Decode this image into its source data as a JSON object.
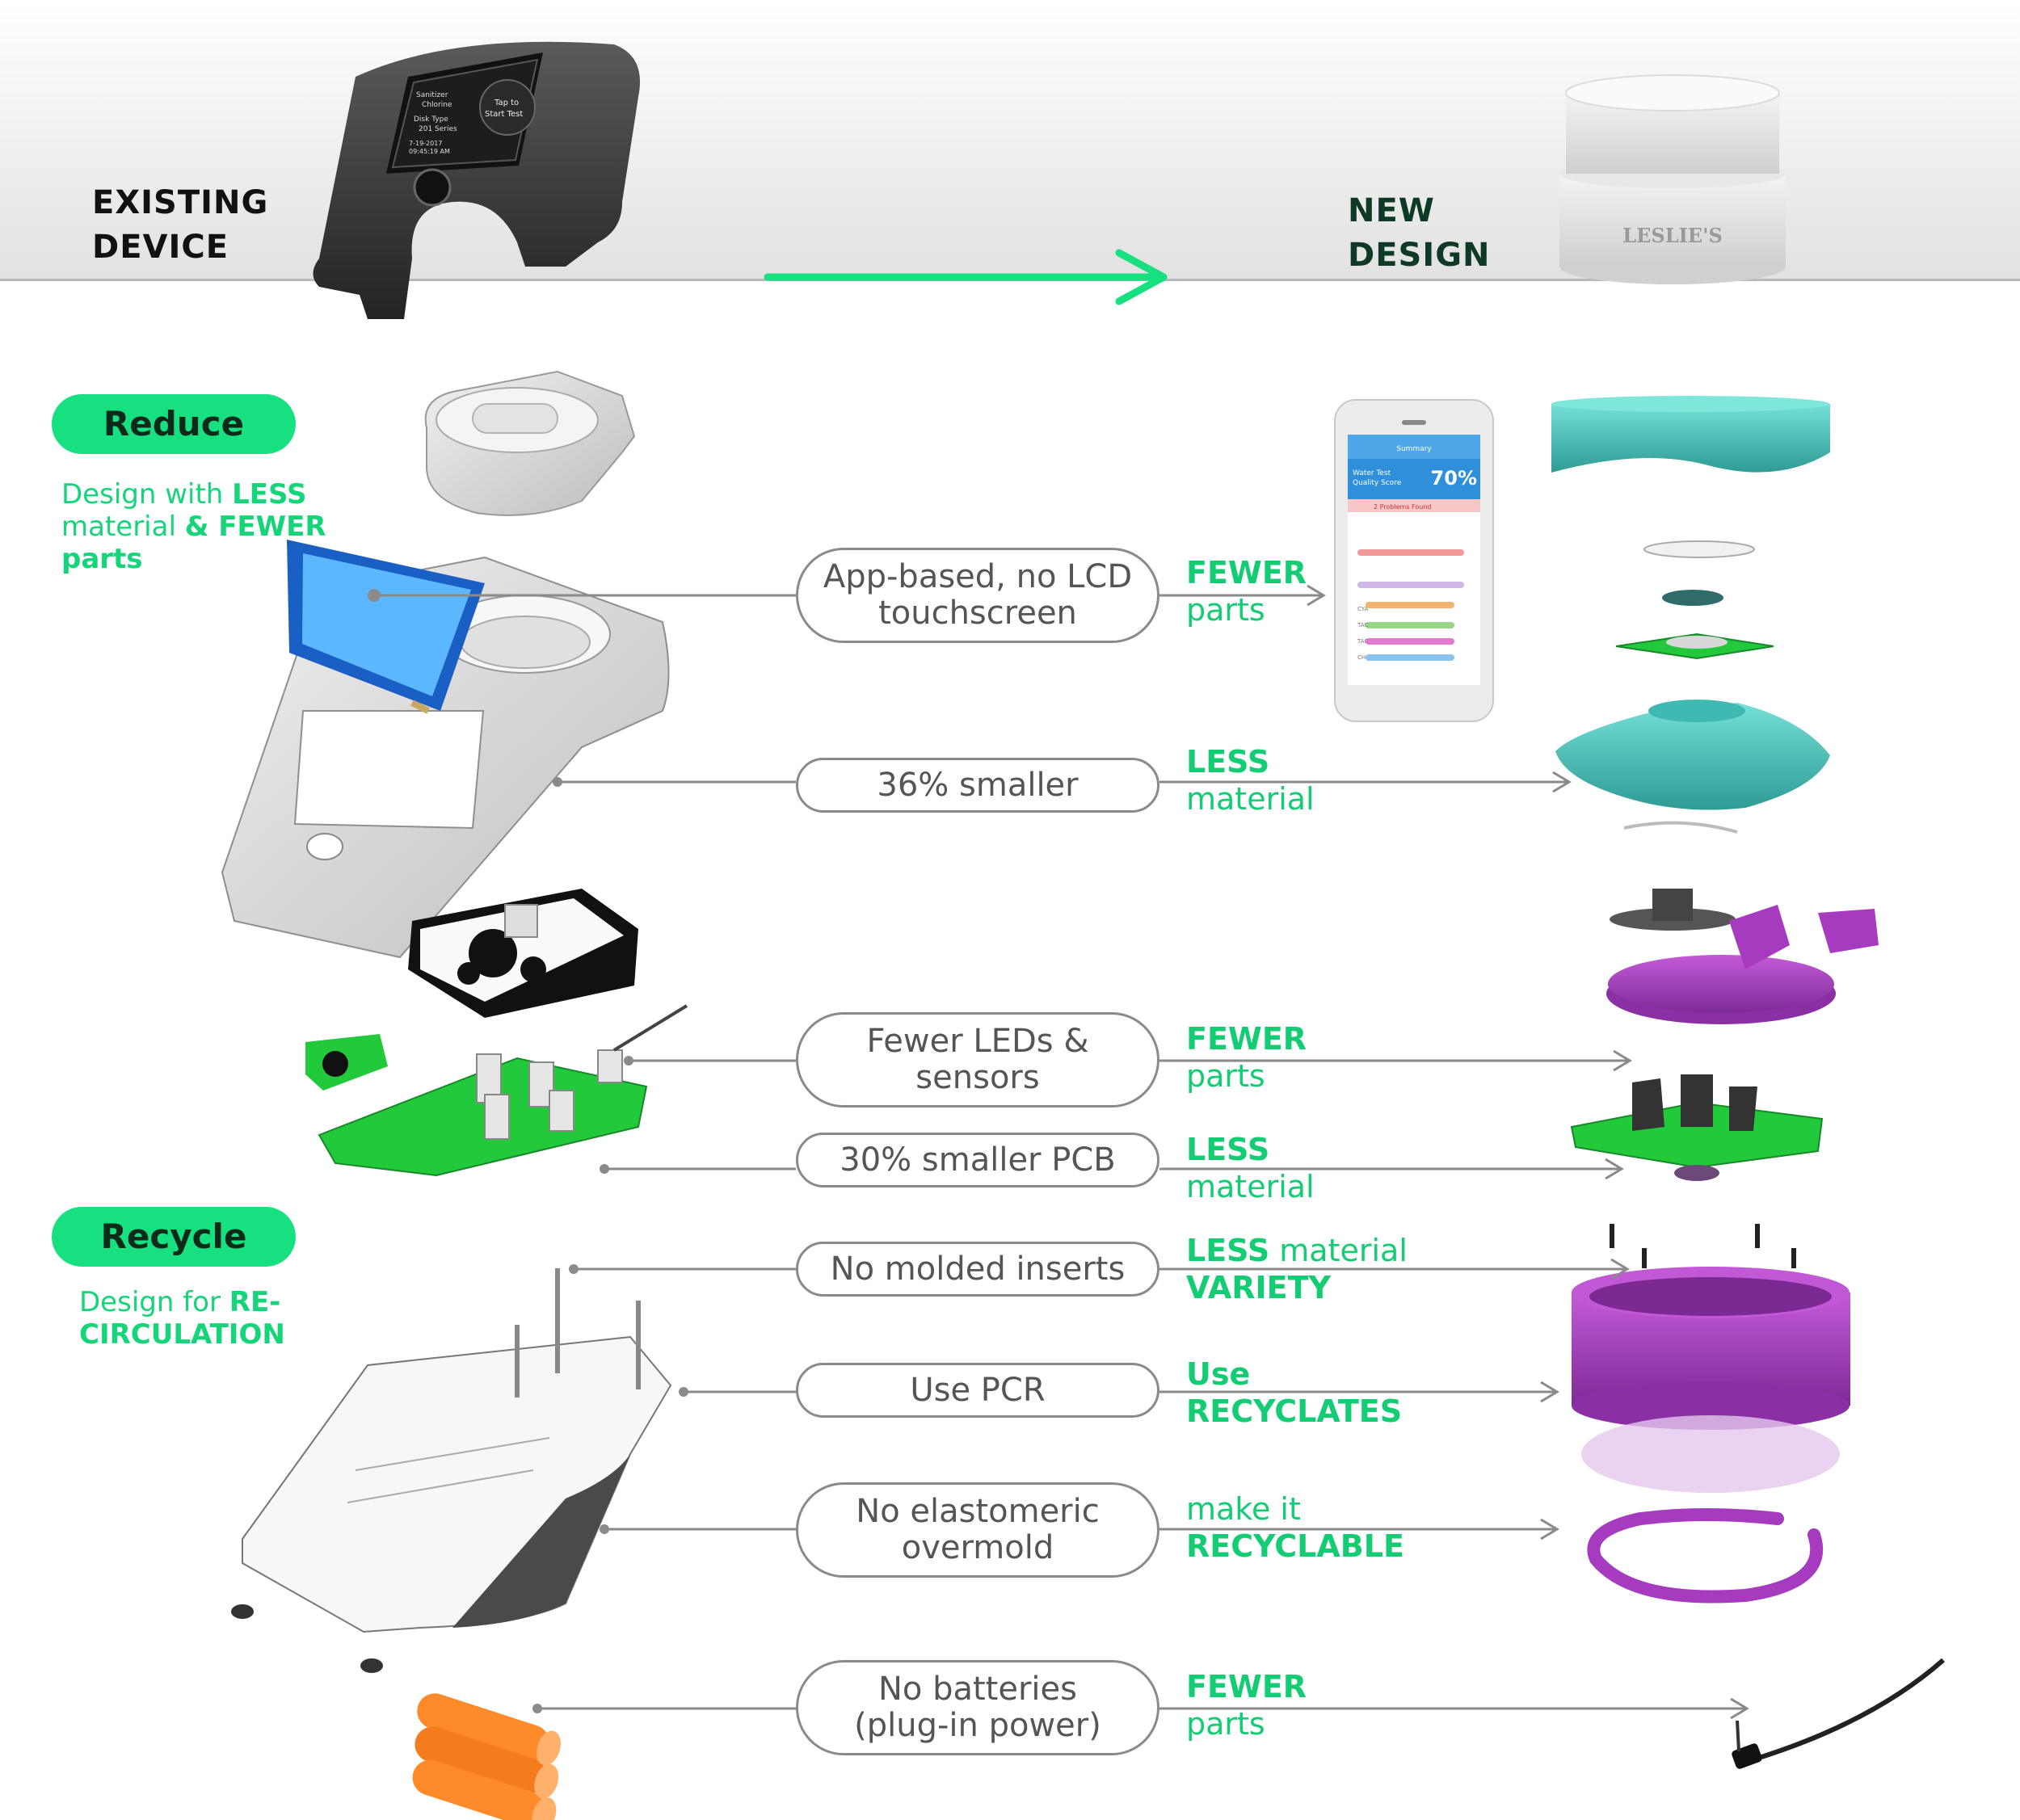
{
  "header": {
    "existing_label": [
      "EXISTING",
      "DEVICE"
    ],
    "new_label": [
      "NEW",
      "DESIGN"
    ],
    "existing_screen_text": {
      "sanitizer": "Sanitizer",
      "chlorine": "Chlorine",
      "disk_type": "Disk Type",
      "series": "201 Series",
      "date": "7-19-2017",
      "time": "09:45:19 AM",
      "tap": "Tap to",
      "start": "Start Test"
    },
    "new_device_brand": "LESLIE'S"
  },
  "sections": {
    "reduce": {
      "label": "Reduce",
      "desc_plain_1": "Design with ",
      "desc_bold_1": "LESS",
      "desc_plain_2": "material ",
      "desc_bold_2": "& FEWER",
      "desc_bold_3": "parts"
    },
    "recycle": {
      "label": "Recycle",
      "desc_plain_1": "Design for ",
      "desc_bold_1": "RE-",
      "desc_bold_2": "CIRCULATION"
    }
  },
  "phone_app": {
    "header": "Summary",
    "score_label_1": "Water Test",
    "score_label_2": "Quality Score",
    "score_value": "70%",
    "problems": "2 Problems Found",
    "rows": [
      "CYA",
      "TAC",
      "TAC",
      "CH"
    ]
  },
  "callouts": [
    {
      "lines": [
        "App-based, no LCD",
        "touchscreen"
      ],
      "benefit_lines": [
        {
          "strong": "FEWER",
          "plain": ""
        },
        {
          "strong": "",
          "plain": "parts"
        }
      ]
    },
    {
      "lines": [
        "36% smaller"
      ],
      "benefit_lines": [
        {
          "strong": "LESS",
          "plain": ""
        },
        {
          "strong": "",
          "plain": "material"
        }
      ]
    },
    {
      "lines": [
        "Fewer LEDs &",
        "sensors"
      ],
      "benefit_lines": [
        {
          "strong": "FEWER",
          "plain": ""
        },
        {
          "strong": "",
          "plain": "parts"
        }
      ]
    },
    {
      "lines": [
        "30% smaller PCB"
      ],
      "benefit_lines": [
        {
          "strong": "LESS",
          "plain": ""
        },
        {
          "strong": "",
          "plain": "material"
        }
      ]
    },
    {
      "lines": [
        "No  molded inserts"
      ],
      "benefit_lines": [
        {
          "strong": "LESS",
          "plain": " material"
        },
        {
          "strong": "VARIETY",
          "plain": ""
        }
      ]
    },
    {
      "lines": [
        "Use PCR"
      ],
      "benefit_lines": [
        {
          "strong": "Use",
          "plain": ""
        },
        {
          "strong": "RECYCLATES",
          "plain": ""
        }
      ]
    },
    {
      "lines": [
        "No elastomeric",
        "overmold"
      ],
      "benefit_lines": [
        {
          "strong": "",
          "plain": "make it"
        },
        {
          "strong": "RECYCLABLE",
          "plain": ""
        }
      ]
    },
    {
      "lines": [
        "No batteries",
        "(plug-in power)"
      ],
      "benefit_lines": [
        {
          "strong": "FEWER",
          "plain": ""
        },
        {
          "strong": "",
          "plain": "parts"
        }
      ]
    }
  ],
  "colors": {
    "accent_green": "#16e07f",
    "benefit_green": "#14cc74",
    "dark_green_text": "#0d3a24",
    "connector_gray": "#8a8a8a",
    "lcd_blue": "#5bb8ff",
    "lcd_frame": "#1a5fc4",
    "pcb_green": "#22c93a",
    "teal_part": "#56cfc9",
    "purple_part": "#a63bc0",
    "battery_orange": "#ff8a2a"
  },
  "icons": [
    "arrow-right-icon",
    "existing-device-illustration",
    "new-device-illustration",
    "phone-app-illustration",
    "battery-icon",
    "power-cable-icon",
    "screw-icon"
  ]
}
